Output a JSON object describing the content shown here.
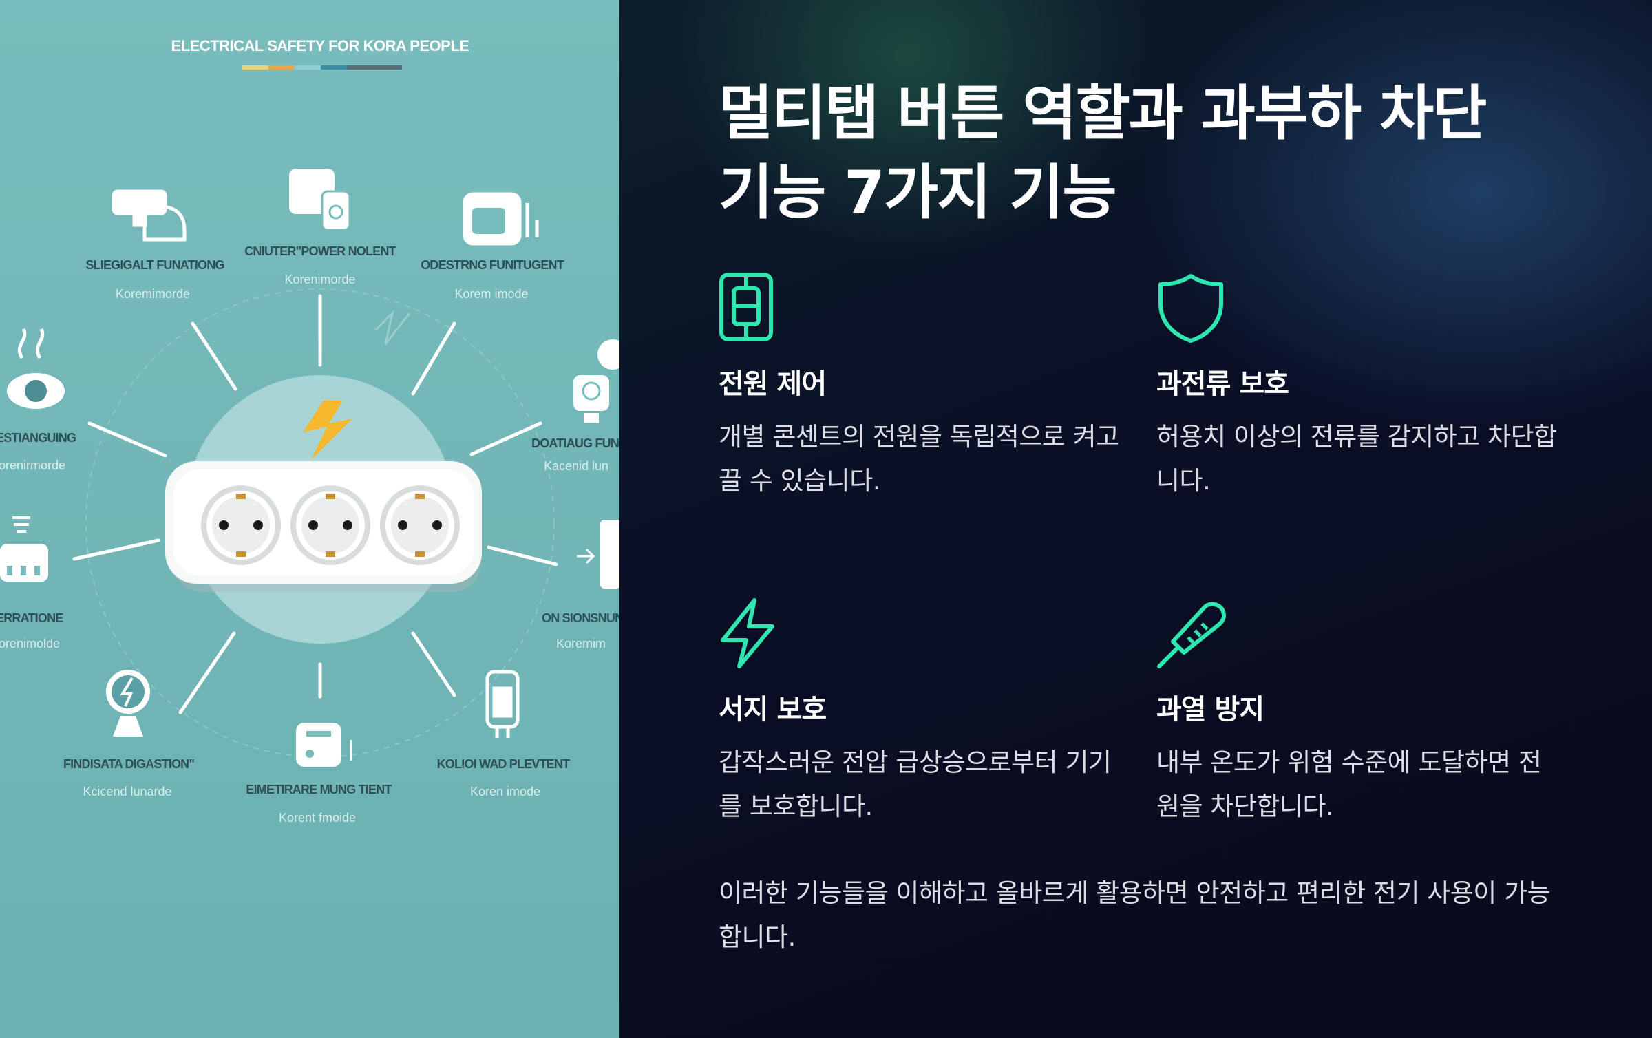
{
  "illustration": {
    "title": "ELECTRICAL SAFETY FOR KORA PEOPLE",
    "title_stripe_colors": [
      "#e6d27a",
      "#e8a54a",
      "#8fd0cf",
      "#3e8fa5",
      "#5a6e7a"
    ],
    "bolt_color": "#f5b82e",
    "labels": [
      {
        "title": "SLIEGIGALT FUNATIONG",
        "sub": "Koremimorde"
      },
      {
        "title": "CNIUTER\"POWER NOLENT",
        "sub": "Korenimorde"
      },
      {
        "title": "ODESTRNG FUNITUGENT",
        "sub": "Korem imode"
      },
      {
        "title": "ESTIANGUING",
        "sub": "orenirmorde"
      },
      {
        "title": "DOATIAUG FUN",
        "sub": "Kacenid lun"
      },
      {
        "title": "ERRATIONE",
        "sub": "orenimolde"
      },
      {
        "title": "ON SIONSNUN",
        "sub": "Koremim"
      },
      {
        "title": "FINDISATA DIGASTION\"",
        "sub": "Kcicend lunarde"
      },
      {
        "title": "EIMETIRARE MUNG TIENT",
        "sub": "Korent fmoide"
      },
      {
        "title": "KOLIOI WAD PLEVTENT",
        "sub": "Koren imode"
      }
    ]
  },
  "slide": {
    "heading_line1": "멀티탭 버튼 역할과 과부하 차단",
    "heading_line2": "기능 7가지 기능",
    "accent_color": "#2fe6b0",
    "features": [
      {
        "icon": "power-switch-icon",
        "title": "전원 제어",
        "desc": "개별 콘센트의 전원을 독립적으로 켜고 끌 수 있습니다."
      },
      {
        "icon": "shield-icon",
        "title": "과전류 보호",
        "desc": "허용치 이상의 전류를 감지하고 차단합니다."
      },
      {
        "icon": "lightning-icon",
        "title": "서지 보호",
        "desc": "갑작스러운 전압 급상승으로부터 기기를 보호합니다."
      },
      {
        "icon": "thermometer-icon",
        "title": "과열 방지",
        "desc": "내부 온도가 위험 수준에 도달하면 전원을 차단합니다."
      }
    ],
    "closing": "이러한 기능들을 이해하고 올바르게 활용하면 안전하고 편리한 전기 사용이 가능합니다."
  }
}
